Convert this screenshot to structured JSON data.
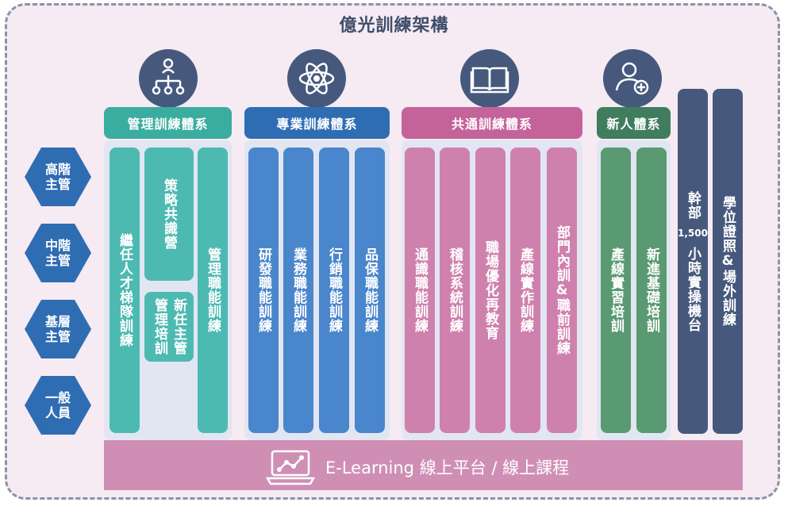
{
  "title": "億光訓練架構",
  "colors": {
    "navy": "#46597d",
    "management": "#3aada0",
    "professional": "#2f6db3",
    "common": "#c4639a",
    "newcomer": "#3f7d5e",
    "bar": "#cf8fb5"
  },
  "levels": [
    "高階主管",
    "中階主管",
    "基層主管",
    "一般人員"
  ],
  "icons": [
    "org-chart-icon",
    "atom-icon",
    "book-icon",
    "add-user-icon"
  ],
  "systems": {
    "management": {
      "header": "管理訓練體系",
      "items": [
        "繼任人才梯隊訓練",
        "策略共識營",
        "新任主管",
        "管理培訓",
        "管理職能訓練"
      ]
    },
    "professional": {
      "header": "專業訓練體系",
      "items": [
        "研發職能訓練",
        "業務職能訓練",
        "行銷職能訓練",
        "品保職能訓練"
      ]
    },
    "common": {
      "header": "共通訓練體系",
      "items": [
        "通識職能訓練",
        "稽核系統訓練",
        "職場優化再教育",
        "產線實作訓練",
        "部門內訓",
        "職前訓練"
      ]
    },
    "newcomer": {
      "header": "新人體系",
      "items": [
        "產線實習培訓",
        "新進基礎培訓"
      ]
    }
  },
  "cadre": {
    "top": "幹部",
    "number": "1,500",
    "bottom": "小時實操機台"
  },
  "degree": "學位證照&場外訓練",
  "common_amp": "&",
  "bar_label": "E-Learning 線上平台 / 線上課程"
}
